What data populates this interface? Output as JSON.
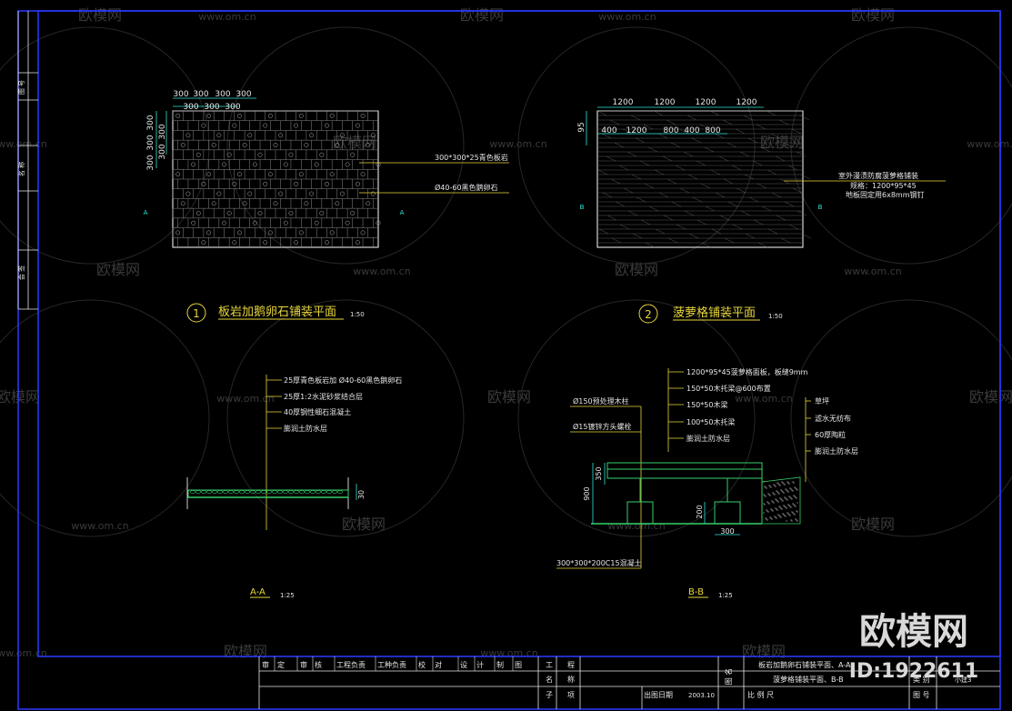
{
  "watermark": {
    "url": "www.om.cn",
    "brand": "欧模网",
    "brand_big": "欧模网",
    "id_text": "ID:1922611"
  },
  "colors": {
    "frame": "#2a3bff",
    "dim": "#2ee6d6",
    "leader": "#e8d63a",
    "line": "#ffffff",
    "green": "#35d06a",
    "white_text": "#e6e6e6"
  },
  "plan1": {
    "top_dims_row1": [
      "300",
      "300",
      "300",
      "300"
    ],
    "top_dims_row2": [
      "300",
      "300",
      "300"
    ],
    "left_dims": [
      "300",
      "300",
      "300"
    ],
    "left_dims_inner": [
      "300",
      "300"
    ],
    "callout1": "300*300*25青色板岩",
    "callout2": "Ø40-60黑色鹅卵石",
    "section_mark": "A",
    "number": "1",
    "title": "板岩加鹅卵石铺装平面",
    "scale": "1:50"
  },
  "plan2": {
    "top_dims_row1": [
      "1200",
      "1200",
      "1200",
      "1200"
    ],
    "top_dims_row2": [
      "400",
      "1200",
      "800",
      "400",
      "800"
    ],
    "left_dim": "95",
    "callout_lines": [
      "室外漫渍防腐菠萝格铺装",
      "规格：1200*95*45",
      "地板固定用6x8mm钢钉"
    ],
    "section_mark": "B",
    "number": "2",
    "title": "菠萝格铺装平面",
    "scale": "1:50"
  },
  "sectionA": {
    "layers": [
      "25厚青色板岩加 Ø40-60黑色鹅卵石",
      "25厚1:2水泥砂浆结合层",
      "40厚钢性细石混凝土",
      "膨润土防水层"
    ],
    "dim": "30",
    "title": "A-A",
    "scale": "1:25"
  },
  "sectionB": {
    "layers": [
      "1200*95*45菠萝格面板，板缝9mm",
      "150*50木托梁@600布置",
      "150*50木梁",
      "100*50木托梁",
      "膨润土防水层"
    ],
    "left_notes": [
      "Ø150预处理木柱",
      "Ø15镀锌方头螺栓"
    ],
    "right_layers": [
      "草坪",
      "滤水无纺布",
      "60厚陶粒",
      "膨润土防水层"
    ],
    "dims_vertical": [
      "350",
      "900",
      "200"
    ],
    "dim_bottom": "300",
    "footing": "300*300*200C15混凝土",
    "title": "B-B",
    "scale": "1:25"
  },
  "left_strip": [
    "图 号",
    "名 称",
    "会 签"
  ],
  "title_block": {
    "cells": [
      "审",
      "定",
      "审",
      "核",
      "工程负责",
      "工种负责",
      "校",
      "对",
      "设",
      "计",
      "制",
      "图"
    ],
    "project_labels": [
      "工",
      "程",
      "名",
      "称",
      "子",
      "项"
    ],
    "date_label": "出图日期",
    "date_value": "2003.10",
    "drawing_name_label": "图 名",
    "drawing_name_lines": [
      "板岩加鹅卵石铺装平面、A-A",
      "菠萝格铺装平面、B-B"
    ],
    "scale_label": "比 例 尺",
    "sheet_label": "类 别",
    "sheet_no_label": "图 号",
    "sheet_value": "小建3"
  }
}
